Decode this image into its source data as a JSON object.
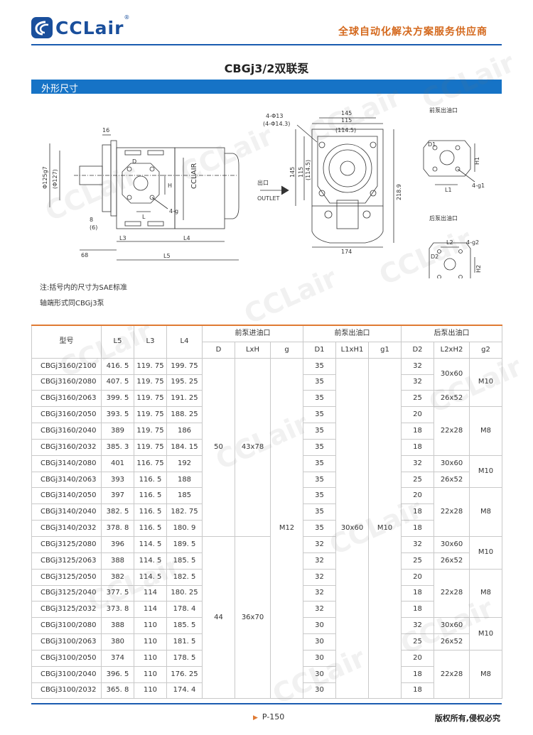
{
  "header": {
    "logo_text": "CCLair",
    "slogan": "全球自动化解决方案服务供应商"
  },
  "title": "CBGj3/2双联泵",
  "section": "外形尺寸",
  "watermark": "CCLair",
  "drawing": {
    "dim_16": "16",
    "dim_8": "8",
    "dim_6": "(6)",
    "dim_68": "68",
    "dim_L3": "L3",
    "dim_L4": "L4",
    "dim_L5": "L5",
    "dim_D": "D",
    "dim_H": "H",
    "dim_L": "L",
    "dim_4g": "4-g",
    "brand": "CCLAIR",
    "shaft_dia": "Φ125g7",
    "shaft_dia2": "(Φ127)",
    "hole_13": "4-Φ13",
    "hole_143": "(4-Φ14.3)",
    "dim_145": "145",
    "dim_115": "115",
    "dim_1145": "(114.5)",
    "dim_174": "174",
    "dim_2189": "218.9",
    "outlet_cn": "出口",
    "outlet_en": "OUTLET",
    "front_outlet": "前泵出油口",
    "rear_outlet": "后泵出油口",
    "dim_D1": "D1",
    "dim_H1": "H1",
    "dim_L1": "L1",
    "dim_4g1": "4-g1",
    "dim_D2": "D2",
    "dim_H2": "H2",
    "dim_L2": "L2",
    "dim_4g2": "4-g2"
  },
  "notes": [
    "注:括号内的尺寸为SAE标准",
    "轴端形式同CBGj3泵"
  ],
  "table": {
    "headers": {
      "model": "型号",
      "L5": "L5",
      "L3": "L3",
      "L4": "L4",
      "front_inlet": "前泵进油口",
      "front_outlet": "前泵出油口",
      "rear_outlet": "后泵出油口",
      "D": "D",
      "LxH": "LxH",
      "g": "g",
      "D1": "D1",
      "L1xH1": "L1xH1",
      "g1": "g1",
      "D2": "D2",
      "L2xH2": "L2xH2",
      "g2": "g2"
    },
    "rows": [
      {
        "model": "CBGj3160/2100",
        "L5": "416. 5",
        "L3": "119. 75",
        "L4": "199. 75",
        "D1": "35",
        "D2": "32"
      },
      {
        "model": "CBGj3160/2080",
        "L5": "407. 5",
        "L3": "119. 75",
        "L4": "195. 25",
        "D1": "35",
        "D2": "32"
      },
      {
        "model": "CBGj3160/2063",
        "L5": "399. 5",
        "L3": "119. 75",
        "L4": "191. 25",
        "D1": "35",
        "D2": "25"
      },
      {
        "model": "CBGj3160/2050",
        "L5": "393. 5",
        "L3": "119. 75",
        "L4": "188. 25",
        "D1": "35",
        "D2": "20"
      },
      {
        "model": "CBGj3160/2040",
        "L5": "389",
        "L3": "119. 75",
        "L4": "186",
        "D1": "35",
        "D2": "18"
      },
      {
        "model": "CBGj3160/2032",
        "L5": "385. 3",
        "L3": "119. 75",
        "L4": "184. 15",
        "D1": "35",
        "D2": "18"
      },
      {
        "model": "CBGj3140/2080",
        "L5": "401",
        "L3": "116. 75",
        "L4": "192",
        "D1": "35",
        "D2": "32"
      },
      {
        "model": "CBGj3140/2063",
        "L5": "393",
        "L3": "116. 5",
        "L4": "188",
        "D1": "35",
        "D2": "25"
      },
      {
        "model": "CBGj3140/2050",
        "L5": "397",
        "L3": "116. 5",
        "L4": "185",
        "D1": "35",
        "D2": "20"
      },
      {
        "model": "CBGj3140/2040",
        "L5": "382. 5",
        "L3": "116. 5",
        "L4": "182. 75",
        "D1": "35",
        "D2": "18"
      },
      {
        "model": "CBGj3140/2032",
        "L5": "378. 8",
        "L3": "116. 5",
        "L4": "180. 9",
        "D1": "35",
        "D2": "18"
      },
      {
        "model": "CBGj3125/2080",
        "L5": "396",
        "L3": "114. 5",
        "L4": "189. 5",
        "D1": "32",
        "D2": "32"
      },
      {
        "model": "CBGj3125/2063",
        "L5": "388",
        "L3": "114. 5",
        "L4": "185. 5",
        "D1": "32",
        "D2": "25"
      },
      {
        "model": "CBGj3125/2050",
        "L5": "382",
        "L3": "114. 5",
        "L4": "182. 5",
        "D1": "32",
        "D2": "20"
      },
      {
        "model": "CBGj3125/2040",
        "L5": "377. 5",
        "L3": "114",
        "L4": "180. 25",
        "D1": "32",
        "D2": "18"
      },
      {
        "model": "CBGj3125/2032",
        "L5": "373. 8",
        "L3": "114",
        "L4": "178. 4",
        "D1": "32",
        "D2": "18"
      },
      {
        "model": "CBGj3100/2080",
        "L5": "388",
        "L3": "110",
        "L4": "185. 5",
        "D1": "30",
        "D2": "32"
      },
      {
        "model": "CBGj3100/2063",
        "L5": "380",
        "L3": "110",
        "L4": "181. 5",
        "D1": "30",
        "D2": "25"
      },
      {
        "model": "CBGj3100/2050",
        "L5": "374",
        "L3": "110",
        "L4": "178. 5",
        "D1": "30",
        "D2": "20"
      },
      {
        "model": "CBGj3100/2040",
        "L5": "396. 5",
        "L3": "110",
        "L4": "176. 25",
        "D1": "30",
        "D2": "18"
      },
      {
        "model": "CBGj3100/2032",
        "L5": "365. 8",
        "L3": "110",
        "L4": "174. 4",
        "D1": "30",
        "D2": "18"
      }
    ],
    "groups": {
      "front_D_1": "50",
      "front_LxH_1": "43x78",
      "front_D_2": "44",
      "front_LxH_2": "36x70",
      "front_g": "M12",
      "front_out_L1xH1": "30x60",
      "front_out_g1": "M10",
      "rear_L2xH2_a": "30x60",
      "rear_L2xH2_b": "26x52",
      "rear_L2xH2_c": "22x28",
      "rear_g2_a": "M10",
      "rear_g2_b": "M8"
    }
  },
  "footer": {
    "page": "P-150",
    "copyright": "版权所有,侵权必究"
  }
}
